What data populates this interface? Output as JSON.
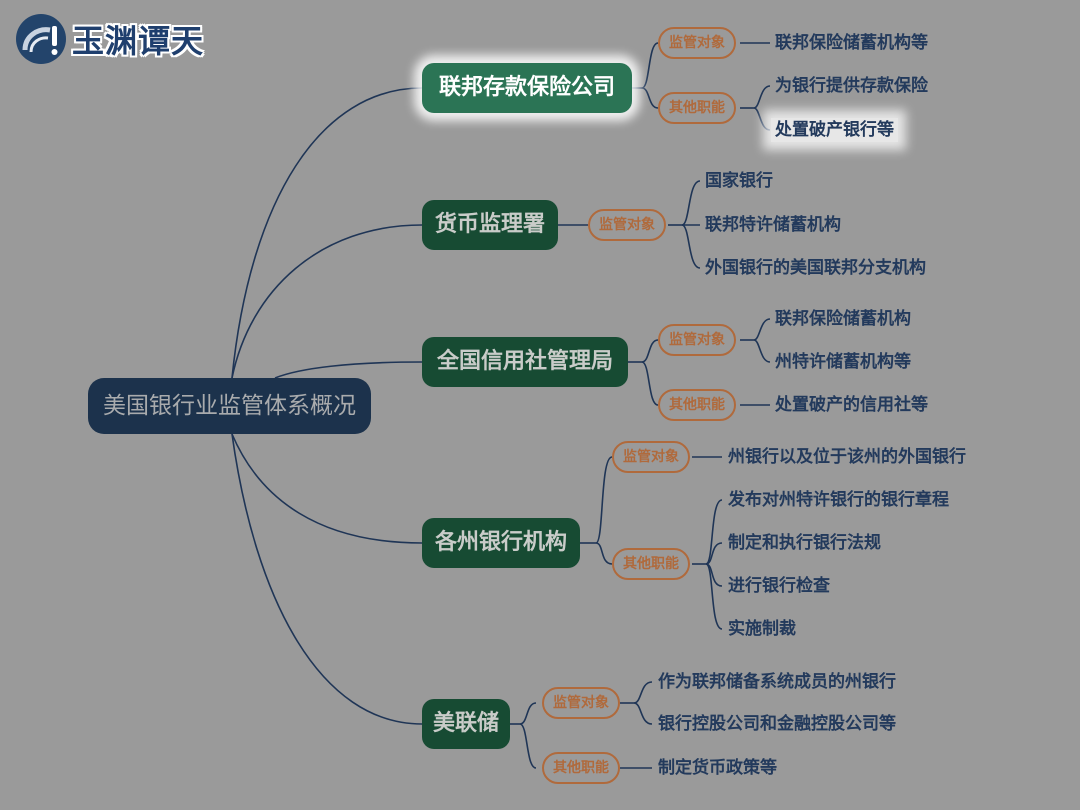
{
  "logo": {
    "text": "玉渊谭天",
    "icon": "wave-exclamation-logo-icon"
  },
  "colors": {
    "background": "#9a9a9a",
    "root_fill": "#1c324c",
    "main_fill": "#174b33",
    "main_active_fill": "#2b7455",
    "tag_border": "#b06a3c",
    "leaf_text": "#233a5c",
    "line": "#1f3556"
  },
  "root": {
    "label": "美国银行业监管体系概况"
  },
  "branches": [
    {
      "label": "联邦存款保险公司",
      "active": true,
      "groups": [
        {
          "tag": "监管对象",
          "items": [
            "联邦保险储蓄机构等"
          ]
        },
        {
          "tag": "其他职能",
          "items": [
            "为银行提供存款保险",
            "处置破产银行等"
          ]
        }
      ]
    },
    {
      "label": "货币监理署",
      "groups": [
        {
          "tag": "监管对象",
          "items": [
            "国家银行",
            "联邦特许储蓄机构",
            "外国银行的美国联邦分支机构"
          ]
        }
      ]
    },
    {
      "label": "全国信用社管理局",
      "groups": [
        {
          "tag": "监管对象",
          "items": [
            "联邦保险储蓄机构",
            "州特许储蓄机构等"
          ]
        },
        {
          "tag": "其他职能",
          "items": [
            "处置破产的信用社等"
          ]
        }
      ]
    },
    {
      "label": "各州银行机构",
      "groups": [
        {
          "tag": "监管对象",
          "items": [
            "州银行以及位于该州的外国银行"
          ]
        },
        {
          "tag": "其他职能",
          "items": [
            "发布对州特许银行的银行章程",
            "制定和执行银行法规",
            "进行银行检查",
            "实施制裁"
          ]
        }
      ]
    },
    {
      "label": "美联储",
      "groups": [
        {
          "tag": "监管对象",
          "items": [
            "作为联邦储备系统成员的州银行",
            "银行控股公司和金融控股公司等"
          ]
        },
        {
          "tag": "其他职能",
          "items": [
            "制定货币政策等"
          ]
        }
      ]
    }
  ]
}
